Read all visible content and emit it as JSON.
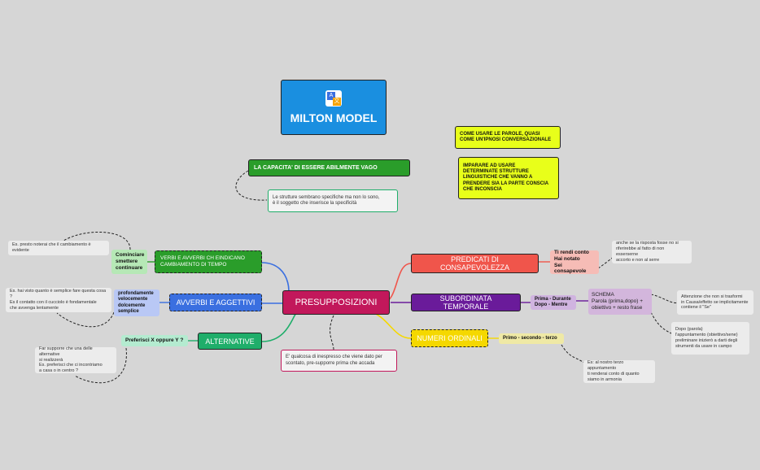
{
  "title": {
    "text": "MILTON MODEL",
    "icon": "translate-icon"
  },
  "notes_top": {
    "parole": "COME USARE LE PAROLE, QUASI\nCOME UN'IPNOSI CONVERSAZIONALE",
    "imparare": "IMPARARE AD USARE\nDETERMINATE STRUTTURE\nLINGUISTICHE CHE VANNO A\nPRENDERE SIA LA PARTE CONSCIA\nCHE INCONSCIA"
  },
  "capacita": {
    "label": "LA CAPACITA' DI ESSERE ABILMENTE VAGO",
    "note": "Le strutture sembrano specifiche ma non lo sono,\nè il soggetto che inserisce la specificità"
  },
  "central": {
    "label": "PRESUPPOSIZIONI",
    "note": "E' qualcosa di inespresso che viene dato per\nscontato, pre-supporre prima che accada"
  },
  "left": {
    "verbi": {
      "label": "VERBI E AVVERBI CH EINDICANO\nCAMBIAMENTO DI TEMPO",
      "sub": "Cominciare\nsmettere\ncontinuare",
      "note": "Es. presto noterai che il cambiamento è evidente"
    },
    "avverbi": {
      "label": "AVVERBI E AGGETTIVI",
      "sub": "profondamente\nvelocemente\ndolcemente\nsemplice",
      "note": "Es. hai visto quanto è semplice fare questa cosa ?\nEs il contatto con il cucciolo è fondamentale\nche avvenga lentamente"
    },
    "alternative": {
      "label": "ALTERNATIVE",
      "sub": "Preferisci X oppure Y ?",
      "note": "Far supporre che una delle alternative\nsi realizzerà\nEs. preferisci che ci incontriamo\na casa o in centro ?"
    }
  },
  "right": {
    "predicati": {
      "label": "PREDICATI DI CONSAPEVOLEZZA",
      "sub": "Ti rendi conto\nHai notato\nSei consapevole",
      "note": "anche se la risposta fosse no si\nriferirebbe al fatto di non esserserne\naccorto e non al serre"
    },
    "subordinata": {
      "label": "SUBORDINATA TEMPORALE",
      "sub": "Prima - Durante\nDopo - Mentre",
      "schema": "SCHEMA\nParola (prima,dopo) +\nobiettivo + resto frase",
      "note1": "Attenzione che non si trasformi\nin Causa/effetto se implicitamente\ncontiene il \"Se\"",
      "note2": "Dopo (parola)\nl'appuntamento (obiettivo/sene)\npreliminare inizierò a darti degli\nstrumenti da usare in campo"
    },
    "numeri": {
      "label": "NUMERI ORDINALI",
      "sub": "Primo - secondo - terzo",
      "note": "Es: al nostro terzo appuntamento\nti renderai conto di quanto\nsiamo in armonia"
    }
  },
  "colors": {
    "title_bg": "#1a8fe0",
    "central_bg": "#c2185b",
    "verbi": "#2a9d2a",
    "avverbi": "#3a6fe0",
    "alternative": "#1fae6a",
    "predicati": "#f0554b",
    "subordinata": "#6a1b9a",
    "numeri": "#f5d800",
    "yellow_note": "#e8ff1a"
  }
}
